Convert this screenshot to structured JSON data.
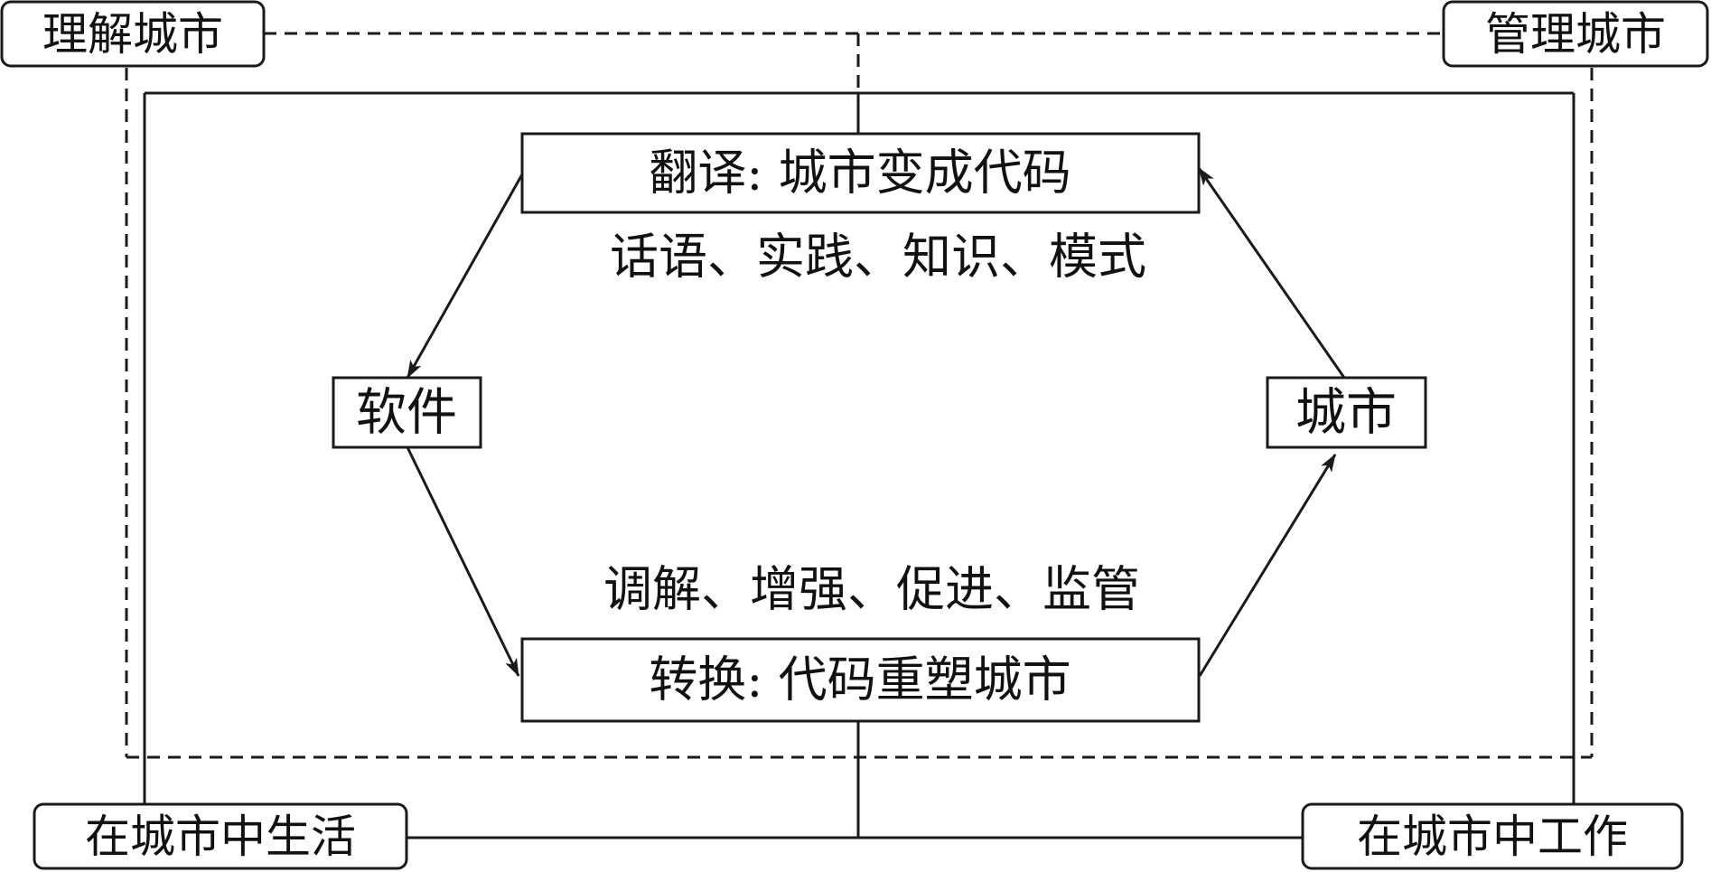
{
  "corners": {
    "top_left": "理解城市",
    "top_right": "管理城市",
    "bottom_left": "在城市中生活",
    "bottom_right": "在城市中工作"
  },
  "nodes": {
    "translate": "翻译: 城市变成代码",
    "transform": "转换: 代码重塑城市",
    "software": "软件",
    "city": "城市"
  },
  "phrases": {
    "translate_items": "话语、实践、知识、模式",
    "transform_items": "调解、增强、促进、监管"
  }
}
